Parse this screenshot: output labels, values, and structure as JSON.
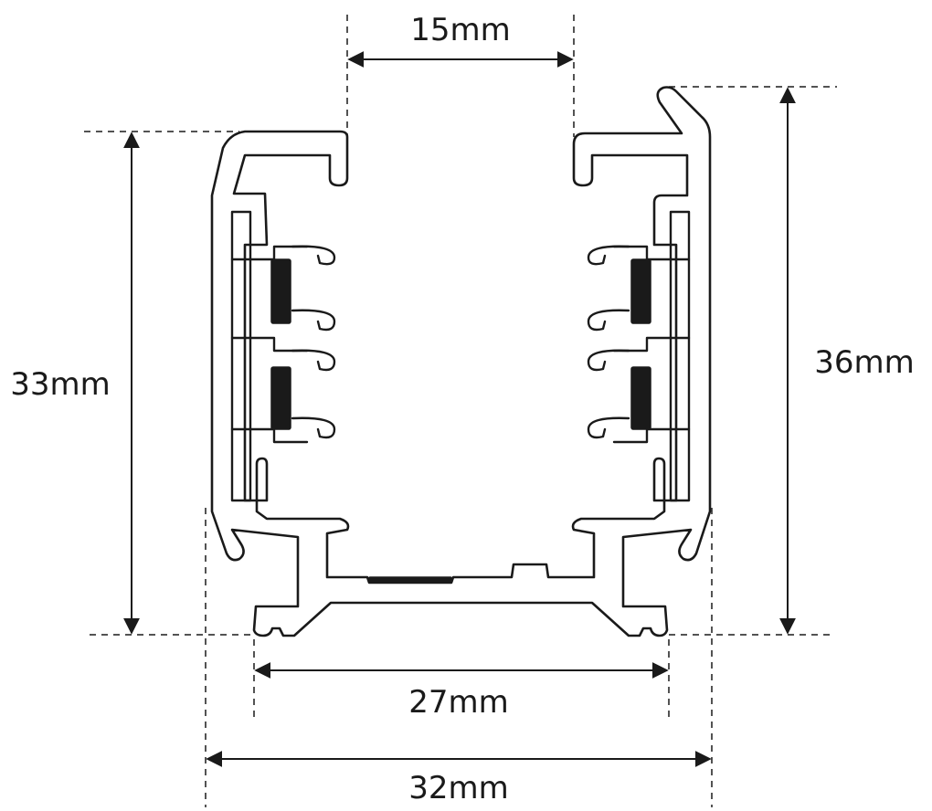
{
  "dimensions": {
    "top_opening": "15mm",
    "left_height": "33mm",
    "right_height": "36mm",
    "bottom_inner_width": "27mm",
    "overall_width": "32mm"
  },
  "colors": {
    "line": "#1a1a1a",
    "background": "#ffffff"
  }
}
